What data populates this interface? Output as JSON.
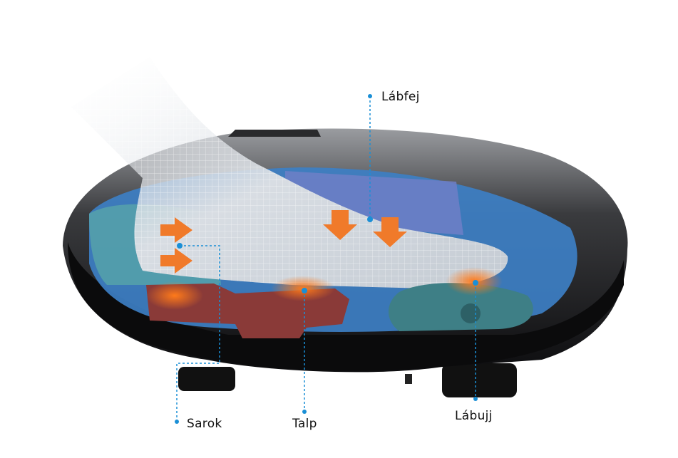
{
  "labels": {
    "instep": "Lábfej",
    "heel": "Sarok",
    "sole": "Talp",
    "toes": "Lábujj"
  },
  "colors": {
    "callout": "#1a8fd6",
    "body": "#1b1b1d",
    "water_blue": "#3d7fc4",
    "pressure_orange": "#f07a2a",
    "roller_red": "#8a3a38",
    "teal_part": "#3e7f86"
  }
}
